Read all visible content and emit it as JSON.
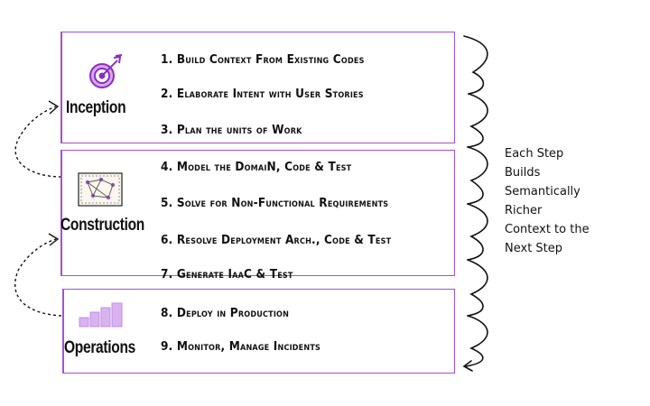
{
  "phases": [
    {
      "name": "Inception",
      "icon": "target-icon",
      "steps": [
        "1. Build Context From Existing Codes",
        "2. Elaborate Intent with User Stories",
        "3. Plan the units of Work"
      ]
    },
    {
      "name": "Construction",
      "icon": "model-diagram-icon",
      "steps": [
        "4. Model the DomaiN, Code & Test",
        "5. Solve for Non-Functional Requirements",
        "6. Resolve Deployment Arch., Code & Test",
        "7. Generate IaaC & Test"
      ]
    },
    {
      "name": "Operations",
      "icon": "bar-chart-icon",
      "steps": [
        "8. Deploy in Production",
        "9. Monitor, Manage Incidents"
      ]
    }
  ],
  "side_note": {
    "lines": [
      "Each Step",
      "Builds",
      "Semantically",
      "Richer",
      "Context to the",
      "Next Step"
    ]
  },
  "colors": {
    "accent": "#a64fd6",
    "icon_purple": "#b04fd8",
    "icon_light": "#d9b3ef",
    "text": "#111111"
  }
}
